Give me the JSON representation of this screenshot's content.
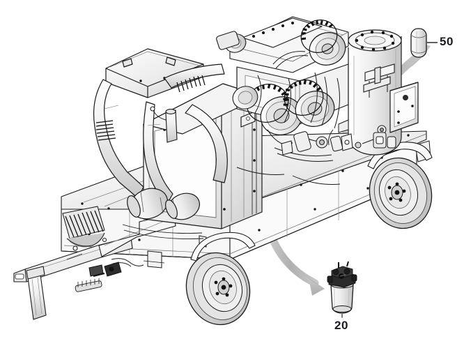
{
  "figure": {
    "type": "technical-parts-illustration",
    "subject": "Towable rotary screw air compressor on trailer chassis",
    "background_color": "#ffffff",
    "line_color": "#1a1a1a",
    "shade_light": "#f2f2f2",
    "shade_mid": "#d6d6d6",
    "shade_dark": "#9a9a9a",
    "arrow_color": "#b3b3b3"
  },
  "callouts": [
    {
      "id": "50",
      "label": "50",
      "part_name": "oil-filter-element",
      "description": "Cylindrical spin-on filter element shown separated above right of machine",
      "leader": "horizontal",
      "arrow": "curved-arrow-up-right"
    },
    {
      "id": "20",
      "label": "20",
      "part_name": "fuel-filter-water-separator",
      "description": "Fuel filter with mounting head shown separated below right of machine",
      "leader": "vertical",
      "arrow": "curved-arrow-down-right"
    }
  ],
  "machine": {
    "name": "portable-air-compressor",
    "components": [
      "trailer-frame",
      "drawbar-tow-hitch",
      "jack-stand",
      "front-wheel",
      "rear-wheel",
      "fender",
      "radiator-cooler-box",
      "air-intake-ducting",
      "air-cleaner-canister",
      "engine-block",
      "alternator",
      "belt-drive-pulleys",
      "air-receiver-tank",
      "separator-tank-lid",
      "battery-box",
      "control-panel-bracket",
      "hydraulic-lines"
    ]
  },
  "arrows": [
    {
      "name": "arrow-to-oil-filter",
      "from": "engine-bay",
      "to": "oil-filter-element",
      "direction": "up-right"
    },
    {
      "name": "arrow-to-fuel-filter",
      "from": "frame-midsection",
      "to": "fuel-filter-water-separator",
      "direction": "down-right"
    }
  ]
}
